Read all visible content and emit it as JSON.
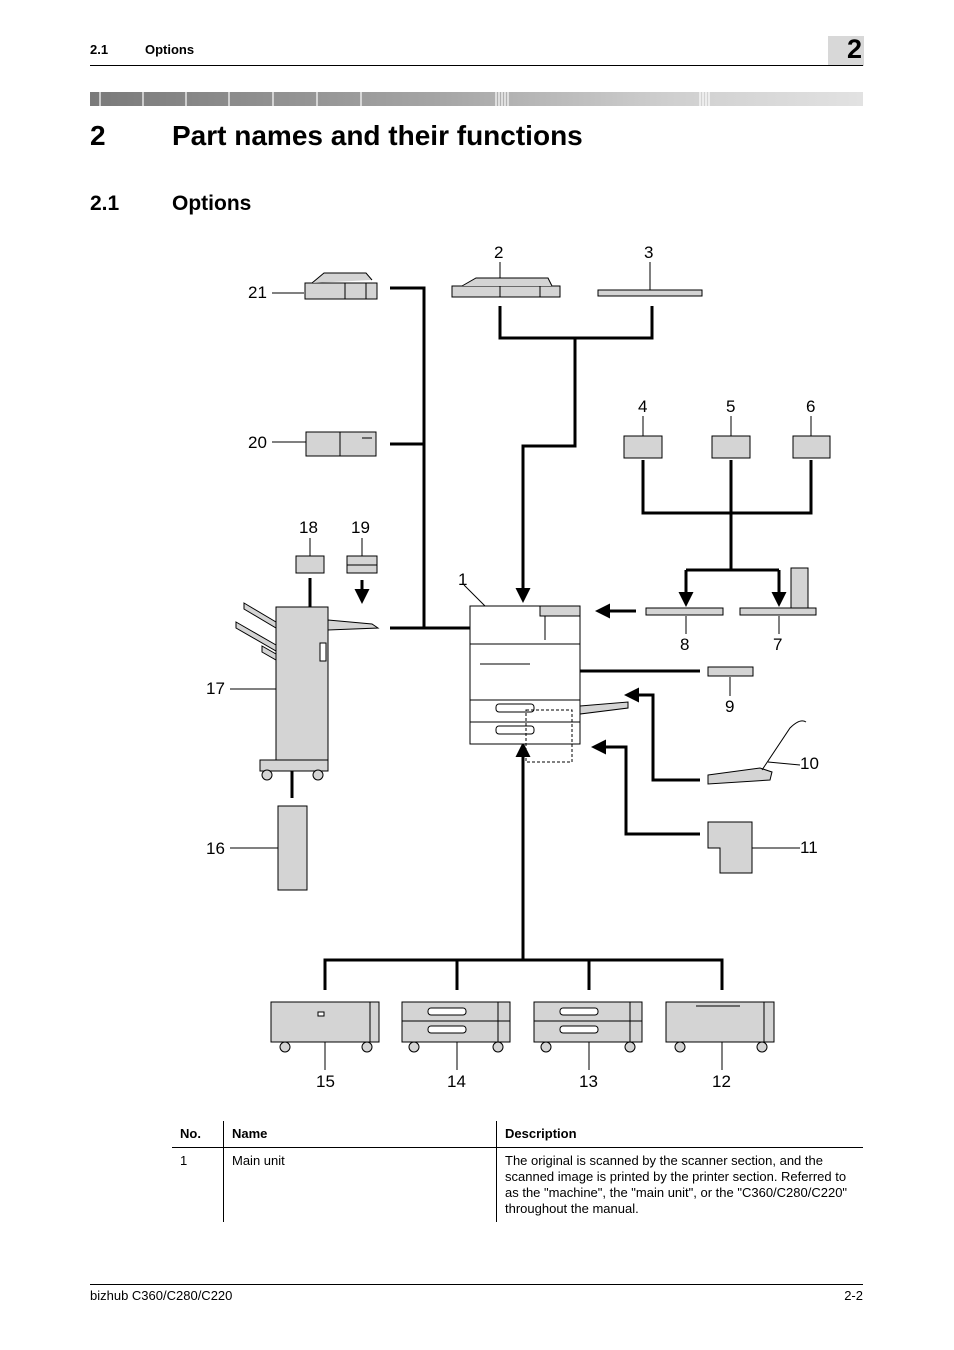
{
  "header": {
    "section_number": "2.1",
    "section_title": "Options",
    "chapter_tab": "2"
  },
  "chapter": {
    "number": "2",
    "title": "Part names and their functions"
  },
  "section": {
    "number": "2.1",
    "title": "Options"
  },
  "diagram": {
    "callouts": [
      "1",
      "2",
      "3",
      "4",
      "5",
      "6",
      "7",
      "8",
      "9",
      "10",
      "11",
      "12",
      "13",
      "14",
      "15",
      "16",
      "17",
      "18",
      "19",
      "20",
      "21"
    ]
  },
  "table": {
    "headers": {
      "no": "No.",
      "name": "Name",
      "description": "Description"
    },
    "rows": [
      {
        "no": "1",
        "name": "Main unit",
        "description": "The original is scanned by the scanner section, and the scanned image is printed by the printer section. Referred to as the \"machine\", the \"main unit\", or the \"C360/C280/C220\" throughout the manual."
      }
    ]
  },
  "footer": {
    "product": "bizhub C360/C280/C220",
    "page": "2-2"
  },
  "colors": {
    "part_fill": "#d4d4d4",
    "band_dark": "#808080",
    "band_light": "#d9d9d9"
  }
}
